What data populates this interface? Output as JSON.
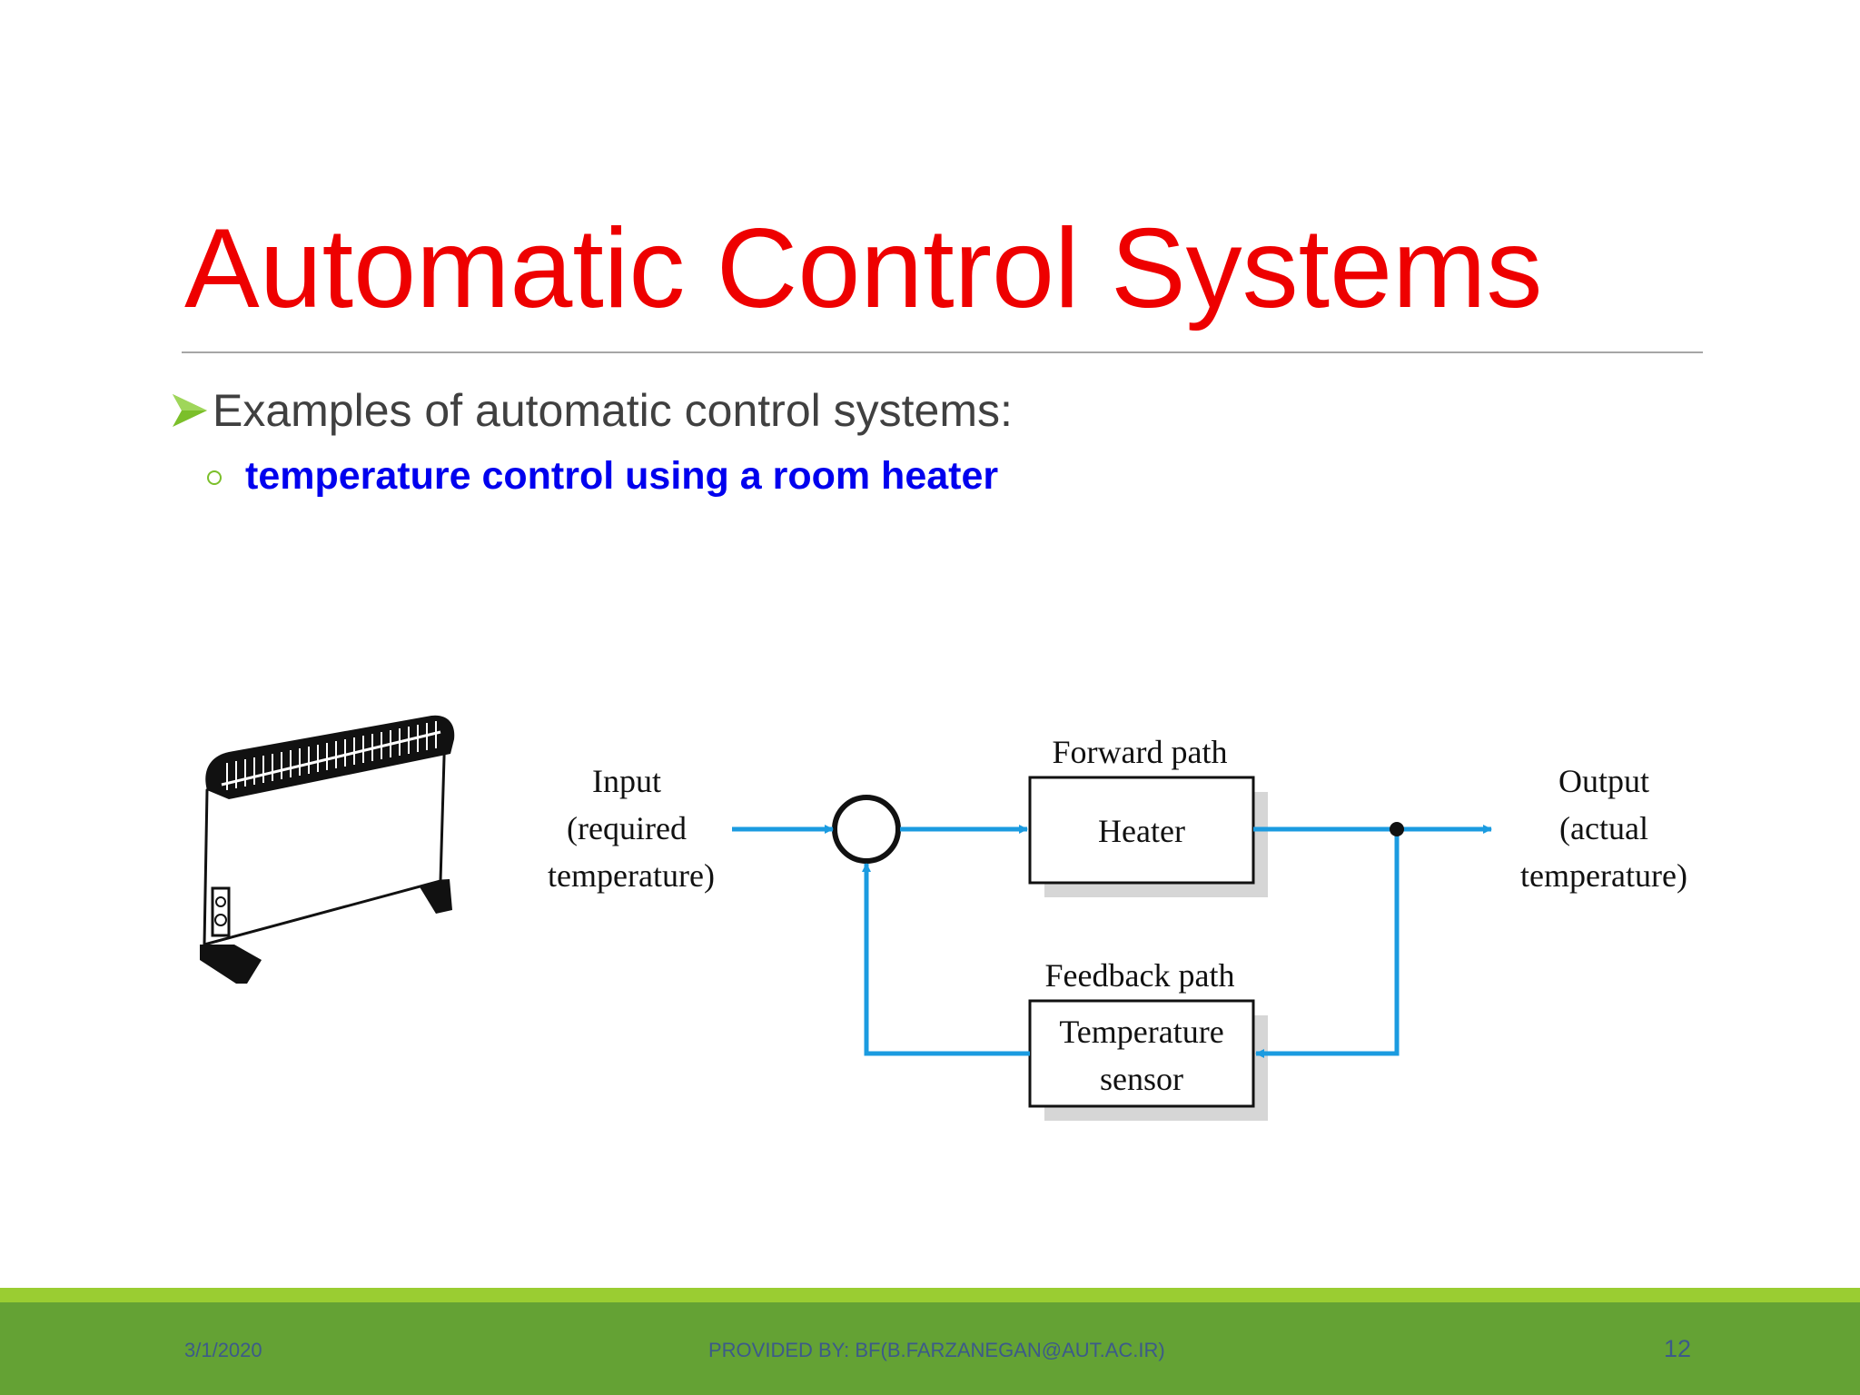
{
  "slide": {
    "title": "Automatic Control Systems",
    "bullet_main": "Examples of automatic control systems:",
    "bullet_sub": "temperature control using a room heater"
  },
  "diagram": {
    "input_label": [
      "Input",
      "(required",
      "temperature)"
    ],
    "output_label": [
      "Output",
      "(actual",
      "temperature)"
    ],
    "forward_path_label": "Forward path",
    "heater_label": "Heater",
    "feedback_path_label": "Feedback path",
    "sensor_label": [
      "Temperature",
      "sensor"
    ],
    "arrow_color": "#1b9be0"
  },
  "footer": {
    "date": "3/1/2020",
    "credit": "PROVIDED BY: BF(B.FARZANEGAN@AUT.AC.IR)",
    "page_number": "12"
  },
  "colors": {
    "title": "#ee0000",
    "sub_bullet": "#0000ee",
    "bullet_arrow": "#7bbf2a",
    "footer_bar": "#64a234",
    "footer_accent": "#9acd32"
  }
}
